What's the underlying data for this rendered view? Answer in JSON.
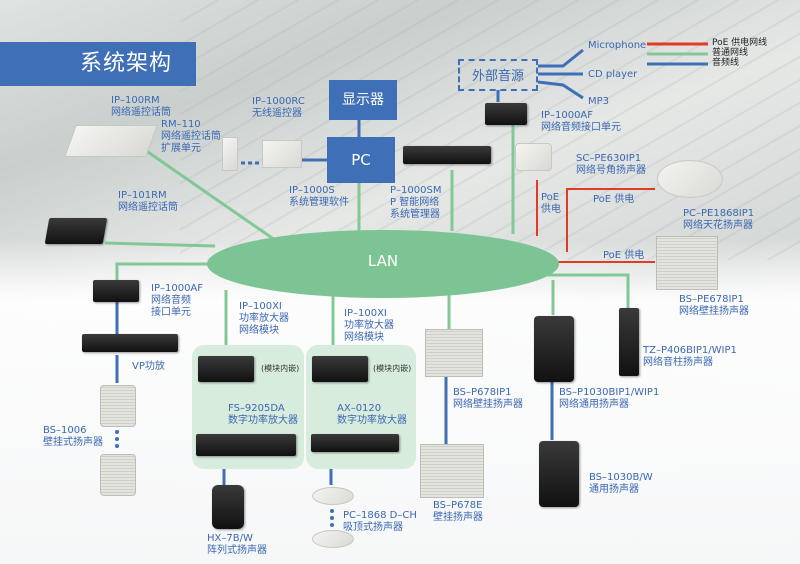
{
  "title": "系统架构",
  "legend": [
    {
      "label": "PoE 供电网线",
      "color": "#e23b23"
    },
    {
      "label": "普通网线",
      "color": "#82c896"
    },
    {
      "label": "音频线",
      "color": "#3f6fb6"
    }
  ],
  "hub": {
    "label": "LAN"
  },
  "control": {
    "display": "显示器",
    "pc": "PC",
    "external_source": "外部音源",
    "sources": [
      "Microphone",
      "CD player",
      "MP3"
    ]
  },
  "nodes": {
    "ip100rm": {
      "model": "IP–100RM",
      "desc": "网络遥控话筒"
    },
    "rm110": {
      "model": "RM–110",
      "desc1": "网络遥控话筒",
      "desc2": "扩展单元"
    },
    "ip1000rc": {
      "model": "IP–1000RC",
      "desc": "无线遥控器"
    },
    "ip1000s": {
      "model": "IP–1000S",
      "desc": "系统管理软件"
    },
    "ip1000sm": {
      "model": "P–1000SM",
      "desc1": "P 智能网络",
      "desc2": "系统管理器"
    },
    "ip1000af_top": {
      "model": "IP–1000AF",
      "desc": "网络音频接口单元"
    },
    "scpe630": {
      "model": "SC–PE630IP1",
      "desc": "网络号角扬声器"
    },
    "pcpe1868": {
      "model": "PC–PE1868IP1",
      "desc": "网络天花扬声器"
    },
    "bspe678": {
      "model": "BS–PE678IP1",
      "desc": "网络壁挂扬声器"
    },
    "ip101rm": {
      "model": "IP–101RM",
      "desc": "网络遥控话筒"
    },
    "ip1000af_left": {
      "model": "IP–1000AF",
      "desc1": "网络音频",
      "desc2": "接口单元"
    },
    "vp_amp": {
      "label": "VP功放"
    },
    "bs1006": {
      "model": "BS–1006",
      "desc": "壁挂式扬声器"
    },
    "ip100xi_a": {
      "model": "IP–100XI",
      "desc1": "功率放大器",
      "desc2": "网络模块",
      "embed": "(模块内嵌)"
    },
    "ip100xi_b": {
      "model": "IP–100XI",
      "desc1": "功率放大器",
      "desc2": "网络模块",
      "embed": "(模块内嵌)"
    },
    "fs9205da": {
      "model": "FS–9205DA",
      "desc": "数字功率放大器"
    },
    "ax0120": {
      "model": "AX–0120",
      "desc": "数字功率放大器"
    },
    "hx7bw": {
      "model": "HX–7B/W",
      "desc": "阵列式扬声器"
    },
    "pc1868": {
      "model": "PC–1868 D–CH",
      "desc": "吸顶式扬声器"
    },
    "bsp678ip1": {
      "model": "BS–P678IP1",
      "desc": "网络壁挂扬声器"
    },
    "bsp678e": {
      "model": "BS–P678E",
      "desc": "壁挂扬声器"
    },
    "bsp1030": {
      "model": "BS–P1030BIP1/WIP1",
      "desc": "网络通用扬声器"
    },
    "bs1030": {
      "model": "BS–1030B/W",
      "desc": "通用扬声器"
    },
    "tzp406": {
      "model": "TZ–P406BIP1/WIP1",
      "desc": "网络音柱扬声器"
    }
  },
  "poe_labels": [
    "PoE",
    "供电",
    "PoE 供电",
    "PoE 供电"
  ]
}
